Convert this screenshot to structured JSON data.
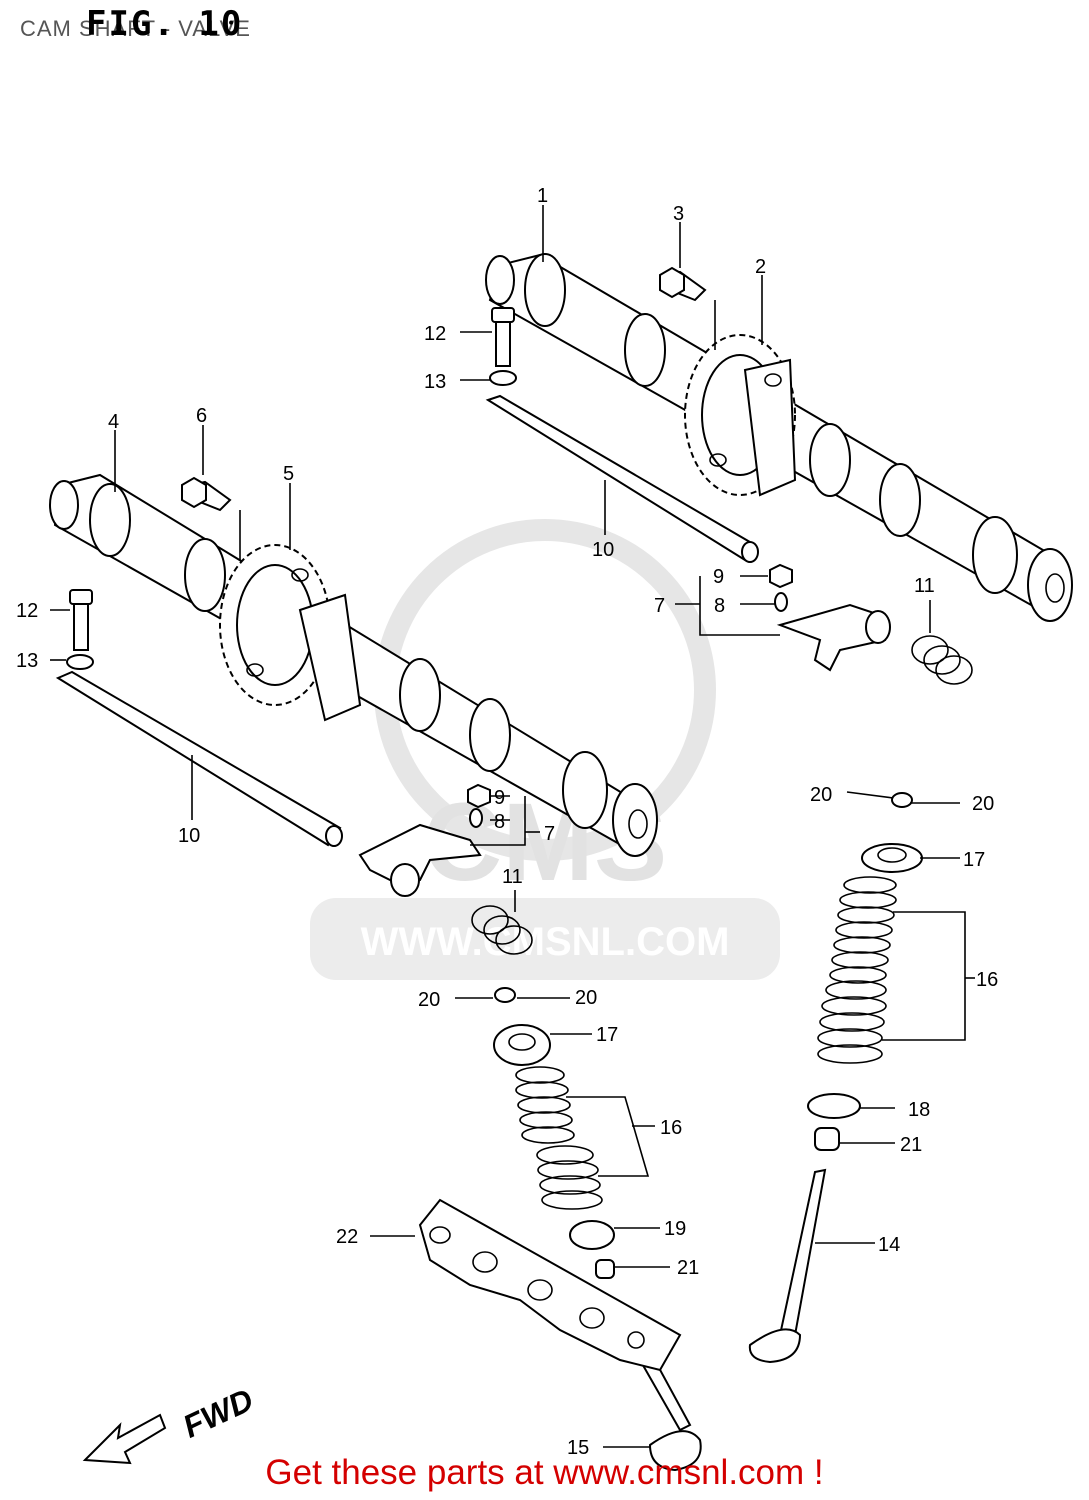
{
  "header": {
    "title": "CAM SHAFT - VALVE",
    "figure": "FIG. 10"
  },
  "watermark": {
    "text": "WWW.CMSNL.COM",
    "logo": "CMS"
  },
  "footer": {
    "text": "Get these parts at www.cmsnl.com !"
  },
  "diagram": {
    "direction_label": "FWD",
    "labels": {
      "l1": "1",
      "l2": "2",
      "l3": "3",
      "l4": "4",
      "l5": "5",
      "l6": "6",
      "l7a": "7",
      "l7b": "7",
      "l8a": "8",
      "l8b": "8",
      "l9a": "9",
      "l9b": "9",
      "l10a": "10",
      "l10b": "10",
      "l11a": "11",
      "l11b": "11",
      "l12a": "12",
      "l12b": "12",
      "l13a": "13",
      "l13b": "13",
      "l14": "14",
      "l15": "15",
      "l16a": "16",
      "l16b": "16",
      "l17a": "17",
      "l17b": "17",
      "l18": "18",
      "l19": "19",
      "l20a": "20",
      "l20b": "20",
      "l20c": "20",
      "l20d": "20",
      "l21a": "21",
      "l21b": "21",
      "l22": "22"
    }
  },
  "colors": {
    "footer": "#d40000",
    "watermark": "#e2e2e2",
    "line": "#000000"
  }
}
